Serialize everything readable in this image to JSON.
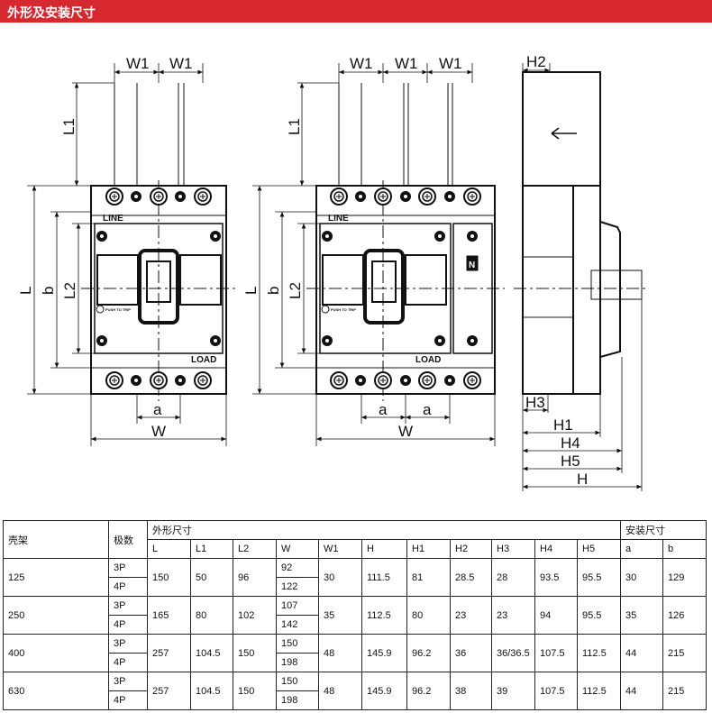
{
  "header": {
    "title": "外形及安装尺寸"
  },
  "drawings": {
    "dims": {
      "W1": "W1",
      "L1": "L1",
      "L": "L",
      "b": "b",
      "L2": "L2",
      "a": "a",
      "W": "W",
      "H2": "H2",
      "H3": "H3",
      "H1": "H1",
      "H4": "H4",
      "H5": "H5",
      "H": "H"
    },
    "labels": {
      "line": "LINE",
      "load": "LOAD",
      "push_to_trip": "PUSH TO TRIP",
      "n": "N"
    }
  },
  "table": {
    "col_frame": "壳架",
    "col_poles": "极数",
    "group_outline": "外形尺寸",
    "group_mount": "安装尺寸",
    "columns": [
      "L",
      "L1",
      "L2",
      "W",
      "W1",
      "H",
      "H1",
      "H2",
      "H3",
      "H4",
      "H5",
      "a",
      "b"
    ],
    "rows": [
      {
        "frame": "125",
        "poles": [
          "3P",
          "4P"
        ],
        "L": "150",
        "L1": "50",
        "L2": "96",
        "W": [
          "92",
          "122"
        ],
        "W1": "30",
        "H": "111.5",
        "H1": "81",
        "H2": "28.5",
        "H3": "28",
        "H4": "93.5",
        "H5": "95.5",
        "a": "30",
        "b": "129"
      },
      {
        "frame": "250",
        "poles": [
          "3P",
          "4P"
        ],
        "L": "165",
        "L1": "80",
        "L2": "102",
        "W": [
          "107",
          "142"
        ],
        "W1": "35",
        "H": "112.5",
        "H1": "80",
        "H2": "23",
        "H3": "23",
        "H4": "94",
        "H5": "95.5",
        "a": "35",
        "b": "126"
      },
      {
        "frame": "400",
        "poles": [
          "3P",
          "4P"
        ],
        "L": "257",
        "L1": "104.5",
        "L2": "150",
        "W": [
          "150",
          "198"
        ],
        "W1": "48",
        "H": "145.9",
        "H1": "96.2",
        "H2": "36",
        "H3": "36/36.5",
        "H4": "107.5",
        "H5": "112.5",
        "a": "44",
        "b": "215"
      },
      {
        "frame": "630",
        "poles": [
          "3P",
          "4P"
        ],
        "L": "257",
        "L1": "104.5",
        "L2": "150",
        "W": [
          "150",
          "198"
        ],
        "W1": "48",
        "H": "145.9",
        "H1": "96.2",
        "H2": "38",
        "H3": "39",
        "H4": "107.5",
        "H5": "112.5",
        "a": "44",
        "b": "215"
      }
    ]
  }
}
